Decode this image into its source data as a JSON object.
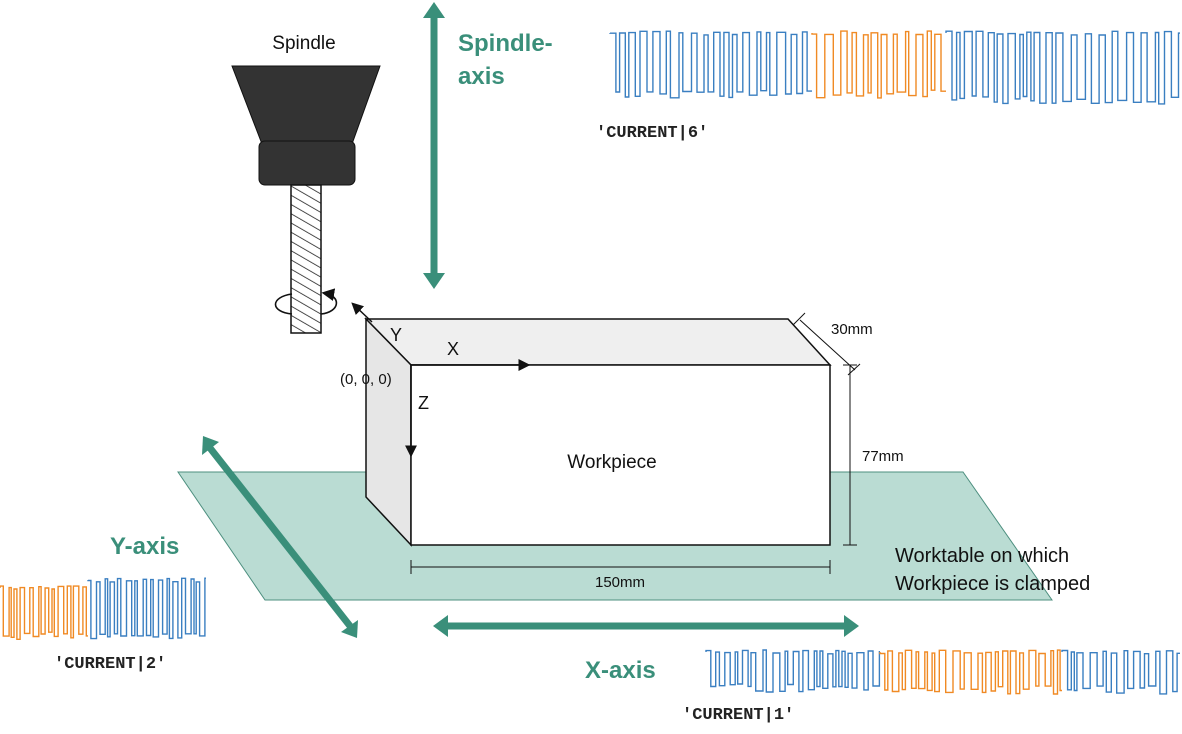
{
  "labels": {
    "spindle": "Spindle",
    "spindle_axis_line1": "Spindle-",
    "spindle_axis_line2": "axis",
    "y_axis": "Y-axis",
    "x_axis": "X-axis",
    "workpiece": "Workpiece",
    "origin": "(0, 0, 0)",
    "coord_x": "X",
    "coord_y": "Y",
    "coord_z": "Z",
    "dim_depth": "30mm",
    "dim_height": "77mm",
    "dim_length": "150mm",
    "worktable_line1": "Worktable on which",
    "worktable_line2": "Workpiece is clamped"
  },
  "signals": {
    "spindle": "'CURRENT|6'",
    "y": "'CURRENT|2'",
    "x": "'CURRENT|1'"
  },
  "colors": {
    "axis_arrow": "#3a8f7a",
    "worktable": "#a9d3c8",
    "signal_blue": "#3a7fc1",
    "signal_orange": "#f08a24",
    "spindle_body": "#333333"
  }
}
